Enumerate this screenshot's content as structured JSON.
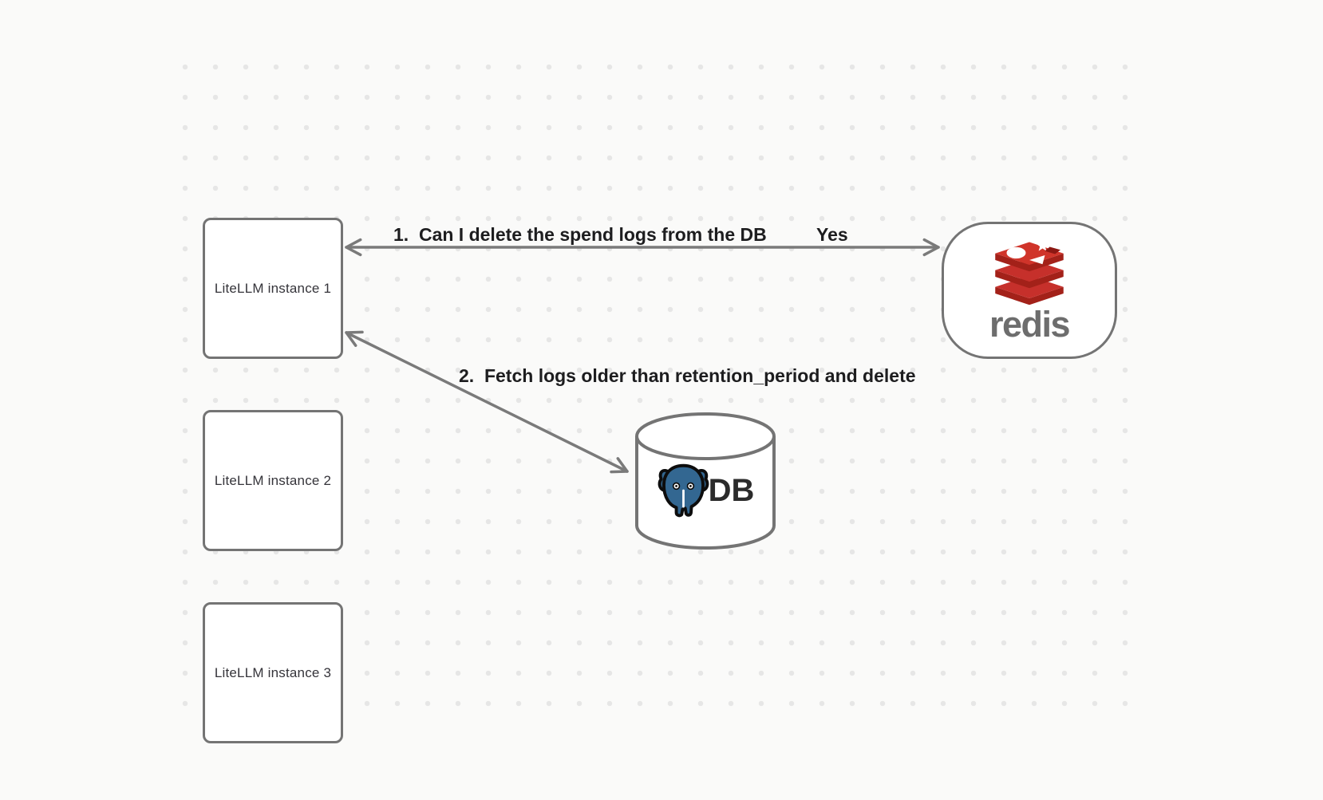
{
  "diagram": {
    "instances": [
      {
        "label": "LiteLLM instance 1"
      },
      {
        "label": "LiteLLM instance 2"
      },
      {
        "label": "LiteLLM instance 3"
      }
    ],
    "redis": {
      "wordmark": "redis"
    },
    "db": {
      "label": "DB"
    },
    "flows": {
      "step1": {
        "label": "1.  Can I delete the spend logs from the DB",
        "response": "Yes"
      },
      "step2": {
        "label": "2.  Fetch logs older than retention_period and delete"
      }
    },
    "colors": {
      "background": "#fafaf9",
      "grid_dot": "#e6e6e6",
      "stroke_gray": "#747474",
      "arrow_gray": "#7a7a7a",
      "label_text": "#1d1d1f",
      "redis_red": "#c6302b",
      "redis_dark_red": "#a32119",
      "redis_cube_red": "#8c1813",
      "redis_wordmark_gray": "#6d6d6d",
      "postgres_blue": "#336791",
      "db_text": "#2b2b2b"
    }
  }
}
